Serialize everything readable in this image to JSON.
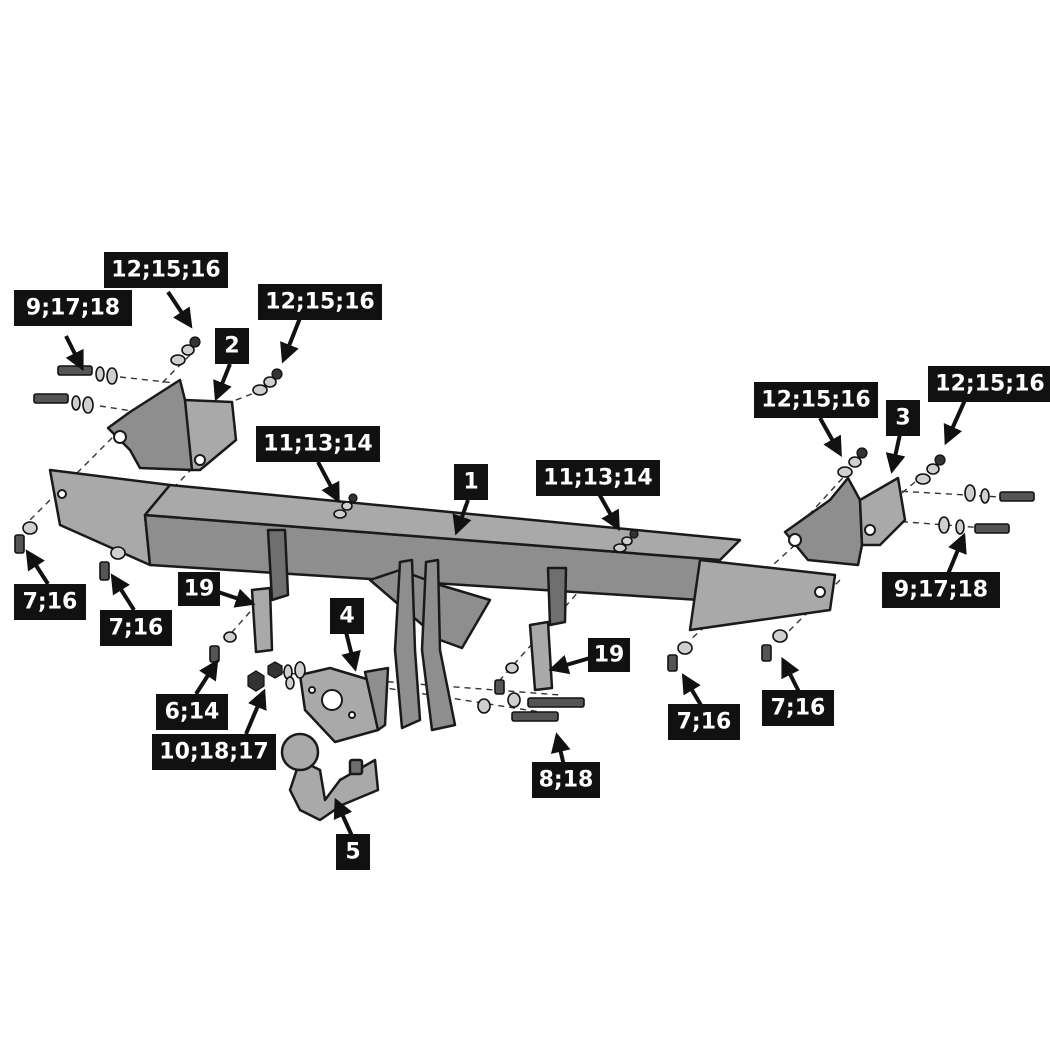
{
  "labels": [
    {
      "id": "lbl-12-15-16-a",
      "text": "12;15;16"
    },
    {
      "id": "lbl-9-17-18-a",
      "text": "9;17;18"
    },
    {
      "id": "lbl-12-15-16-b",
      "text": "12;15;16"
    },
    {
      "id": "lbl-2",
      "text": "2"
    },
    {
      "id": "lbl-11-13-14-a",
      "text": "11;13;14"
    },
    {
      "id": "lbl-1",
      "text": "1"
    },
    {
      "id": "lbl-11-13-14-b",
      "text": "11;13;14"
    },
    {
      "id": "lbl-12-15-16-c",
      "text": "12;15;16"
    },
    {
      "id": "lbl-3",
      "text": "3"
    },
    {
      "id": "lbl-12-15-16-d",
      "text": "12;15;16"
    },
    {
      "id": "lbl-7-16-a",
      "text": "7;16"
    },
    {
      "id": "lbl-7-16-b",
      "text": "7;16"
    },
    {
      "id": "lbl-19-a",
      "text": "19"
    },
    {
      "id": "lbl-4",
      "text": "4"
    },
    {
      "id": "lbl-19-b",
      "text": "19"
    },
    {
      "id": "lbl-9-17-18-b",
      "text": "9;17;18"
    },
    {
      "id": "lbl-6-14",
      "text": "6;14"
    },
    {
      "id": "lbl-10-18-17",
      "text": "10;18;17"
    },
    {
      "id": "lbl-7-16-c",
      "text": "7;16"
    },
    {
      "id": "lbl-7-16-d",
      "text": "7;16"
    },
    {
      "id": "lbl-8-18",
      "text": "8;18"
    },
    {
      "id": "lbl-5",
      "text": "5"
    }
  ],
  "colors": {
    "part_fill": "#8e8e8e",
    "outline": "#1a1a1a",
    "label_bg": "#111111",
    "label_text": "#ffffff"
  }
}
